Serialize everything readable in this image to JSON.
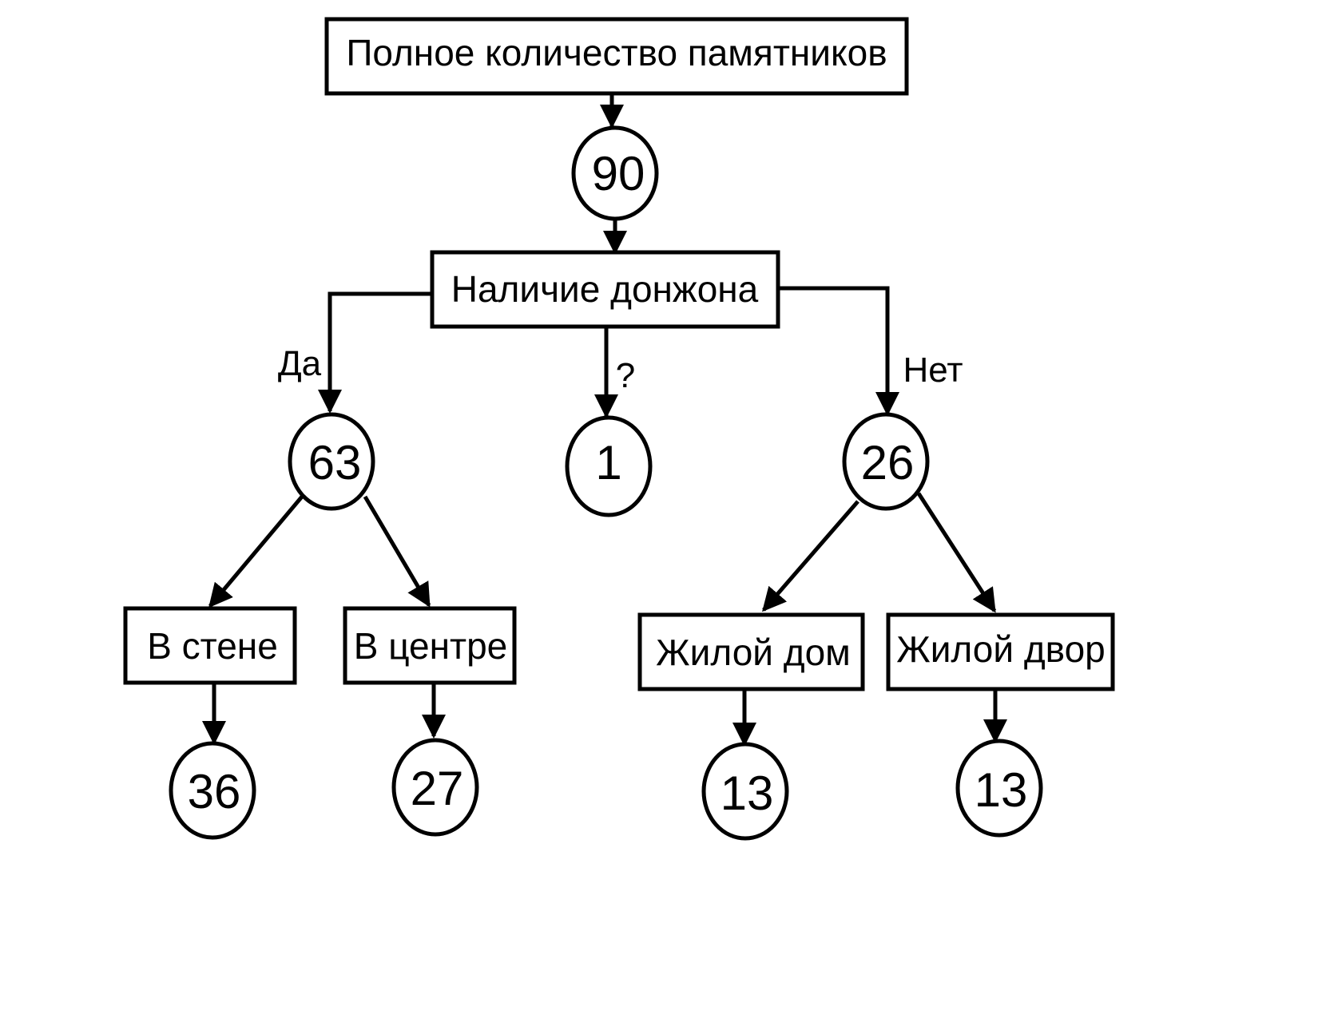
{
  "diagram": {
    "root_label": "Полное количество памятников",
    "root_count": "90",
    "split_label": "Наличие донжона",
    "branches": {
      "yes": {
        "edge_label": "Да",
        "count": "63"
      },
      "unknown": {
        "edge_label": "?",
        "count": "1"
      },
      "no": {
        "edge_label": "Нет",
        "count": "26"
      }
    },
    "yes_children": [
      {
        "label": "В стене",
        "count": "36"
      },
      {
        "label": "В центре",
        "count": "27"
      }
    ],
    "no_children": [
      {
        "label": "Жилой дом",
        "count": "13"
      },
      {
        "label": "Жилой двор",
        "count": "13"
      }
    ]
  }
}
